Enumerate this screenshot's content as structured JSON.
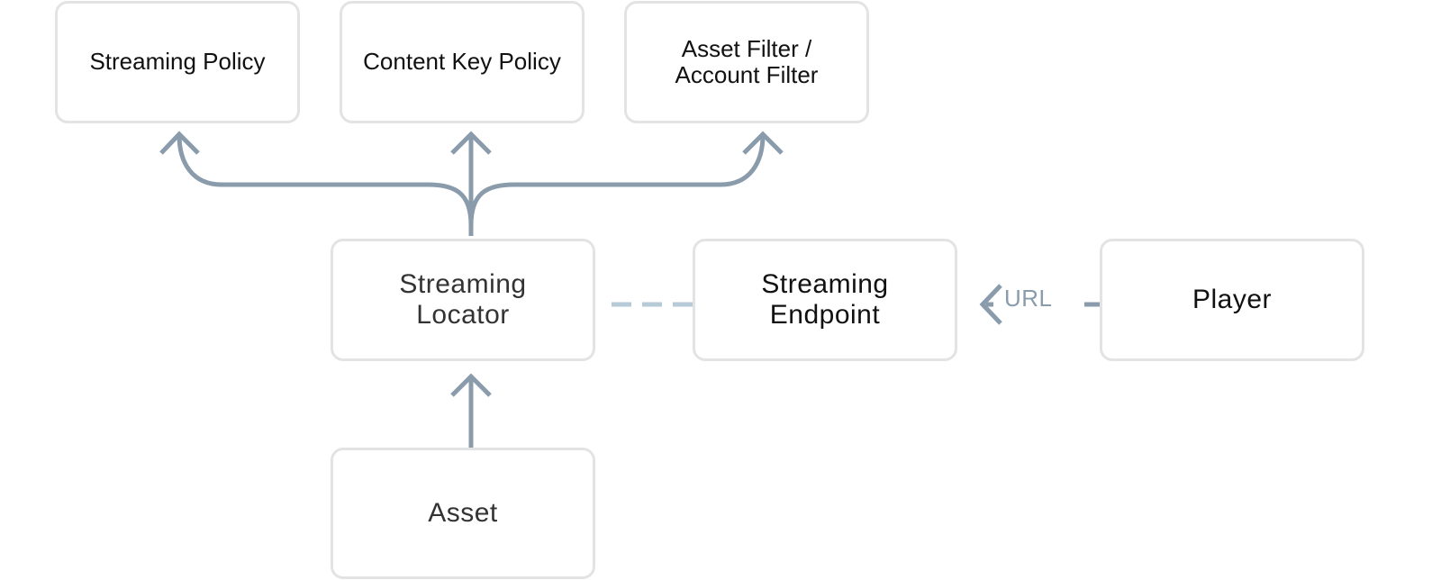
{
  "nodes": {
    "streaming_policy": "Streaming Policy",
    "content_key_policy": "Content Key Policy",
    "asset_filter_line1": "Asset Filter /",
    "asset_filter_line2": "Account Filter",
    "streaming_locator_line1": "Streaming",
    "streaming_locator_line2": "Locator",
    "streaming_endpoint_line1": "Streaming",
    "streaming_endpoint_line2": "Endpoint",
    "player": "Player",
    "asset": "Asset"
  },
  "edges": {
    "url_label": "URL"
  },
  "colors": {
    "arrow": "#8a9cac",
    "dashed_link": "#b7cad8",
    "box_border": "#e3e3e3",
    "url_text": "#8a9bab"
  }
}
